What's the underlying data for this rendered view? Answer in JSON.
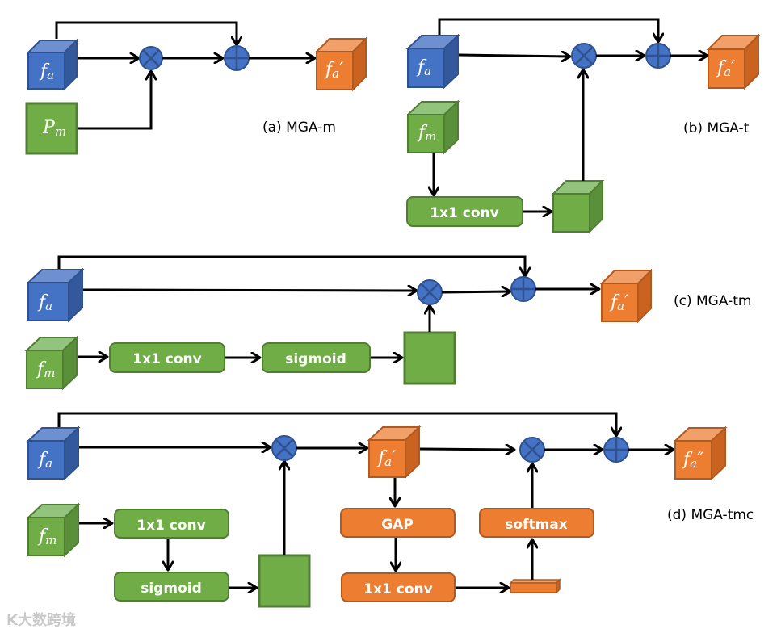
{
  "colors": {
    "blue_front": "#4472c4",
    "blue_top": "#6e8fd0",
    "blue_side": "#34589c",
    "blue_stroke": "#2f528f",
    "green_front": "#70ad47",
    "green_top": "#93c47d",
    "green_side": "#5a9039",
    "green_stroke": "#507e32",
    "orange_front": "#ed7d31",
    "orange_top": "#f1a06a",
    "orange_side": "#c9631f",
    "orange_stroke": "#ae5a21"
  },
  "panels": {
    "a": {
      "caption": "(a) MGA-m",
      "input_feature": {
        "main": "f",
        "sub": "a"
      },
      "mask": {
        "main": "P",
        "sub": "m"
      },
      "output_feature": {
        "main": "f",
        "sub": "a",
        "prime": "′"
      },
      "multiply_op": "⊗",
      "add_op": "⊕"
    },
    "b": {
      "caption": "(b) MGA-t",
      "input_feature": {
        "main": "f",
        "sub": "a"
      },
      "motion_feature": {
        "main": "f",
        "sub": "m"
      },
      "conv_label": "1x1 conv",
      "output_feature": {
        "main": "f",
        "sub": "a",
        "prime": "′"
      }
    },
    "c": {
      "caption": "(c) MGA-tm",
      "input_feature": {
        "main": "f",
        "sub": "a"
      },
      "motion_feature": {
        "main": "f",
        "sub": "m"
      },
      "conv_label": "1x1 conv",
      "sigmoid_label": "sigmoid",
      "output_feature": {
        "main": "f",
        "sub": "a",
        "prime": "′"
      }
    },
    "d": {
      "caption": "(d) MGA-tmc",
      "input_feature": {
        "main": "f",
        "sub": "a"
      },
      "motion_feature": {
        "main": "f",
        "sub": "m"
      },
      "conv_label": "1x1 conv",
      "sigmoid_label": "sigmoid",
      "mid_feature": {
        "main": "f",
        "sub": "a",
        "prime": "′"
      },
      "gap_label": "GAP",
      "conv2_label": "1x1 conv",
      "softmax_label": "softmax",
      "output_feature": {
        "main": "f",
        "sub": "a",
        "prime": "″"
      }
    }
  },
  "watermark": "K大数跨境"
}
